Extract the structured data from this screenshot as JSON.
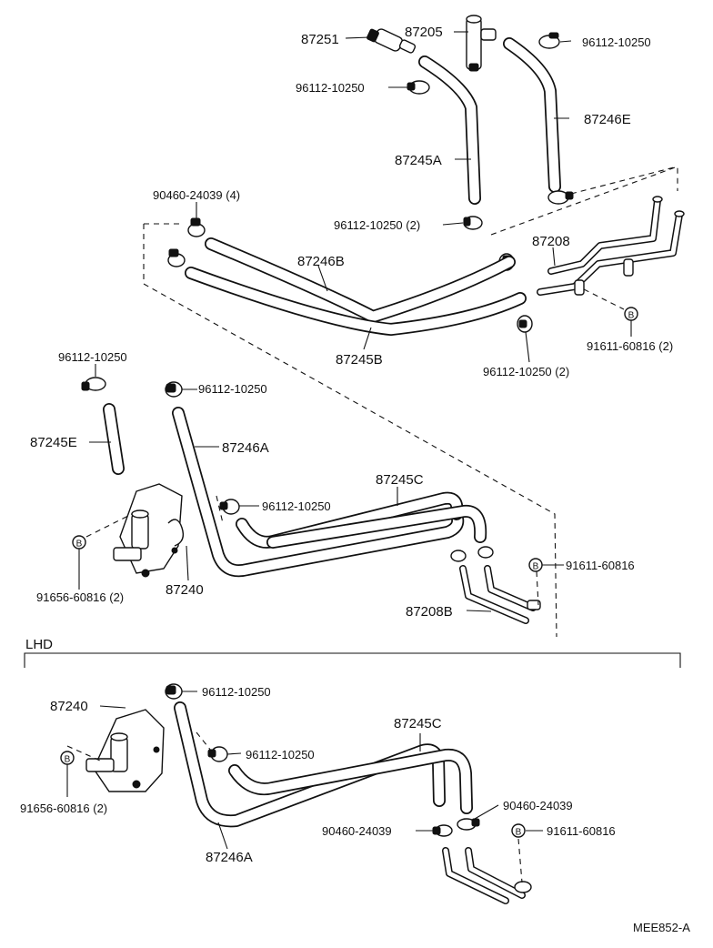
{
  "labels": {
    "p87251": "87251",
    "p87205": "87205",
    "c96112_a": "96112-10250",
    "c96112_b": "96112-10250",
    "p87246E": "87246E",
    "p87245A": "87245A",
    "c90460_4": "90460-24039 (4)",
    "c96112_2a": "96112-10250 (2)",
    "p87208": "87208",
    "p87246B": "87246B",
    "p87245B": "87245B",
    "b91611_2": "91611-60816 (2)",
    "c96112_2b": "96112-10250 (2)",
    "c96112_c": "96112-10250",
    "c96112_d": "96112-10250",
    "p87245E": "87245E",
    "p87246A": "87246A",
    "p87245C": "87245C",
    "c96112_e": "96112-10250",
    "b91656_2": "91656-60816 (2)",
    "p87240": "87240",
    "b91611_a": "91611-60816",
    "p87208B": "87208B",
    "lhd": "LHD",
    "l_c96112_f": "96112-10250",
    "l_p87240": "87240",
    "l_p87245C": "87245C",
    "l_c96112_g": "96112-10250",
    "l_b91656_2": "91656-60816 (2)",
    "l_c90460_a": "90460-24039",
    "l_c90460_b": "90460-24039",
    "l_b91611": "91611-60816",
    "l_p87246A": "87246A",
    "code": "MEE852-A"
  },
  "symbols": {
    "bolt_marker": "B"
  }
}
